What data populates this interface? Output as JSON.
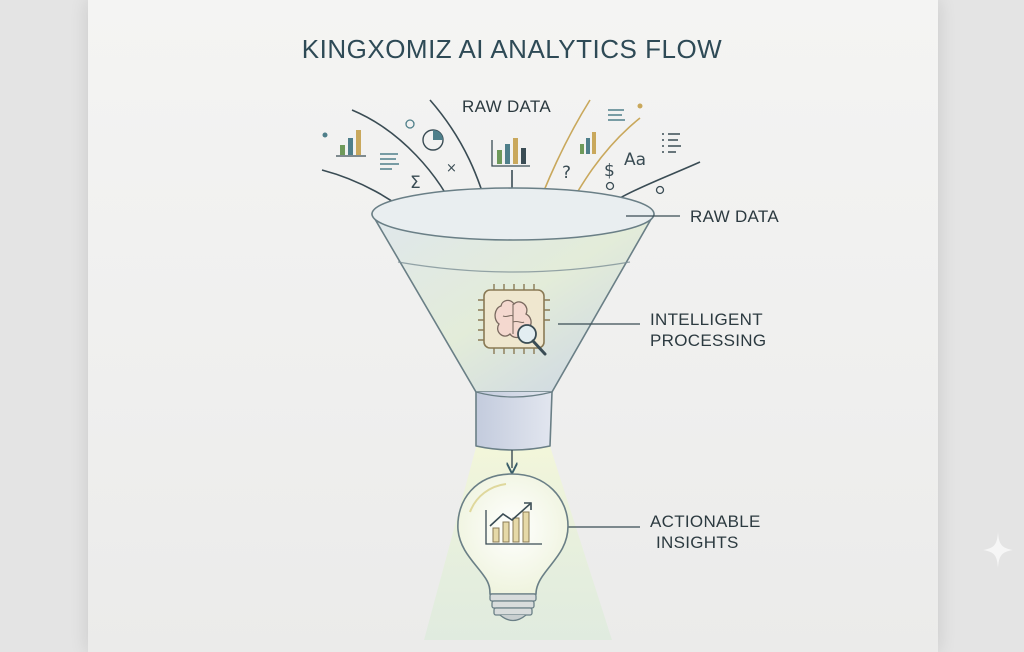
{
  "title": "KINGXOMIZ AI ANALYTICS FLOW",
  "labels": {
    "raw_data_top": "RAW DATA",
    "raw_data_side": "RAW DATA",
    "processing_line1": "INTELLIGENT",
    "processing_line2": "PROCESSING",
    "insights_line1": "ACTIONABLE",
    "insights_line2": "INSIGHTS"
  },
  "symbols": {
    "sigma": "Σ",
    "times": "×",
    "letter_a1": "A",
    "letter_a2": "A",
    "question": "?",
    "dollar": "$",
    "aa": "Aa"
  },
  "icons": [
    "bar-chart-icon",
    "pie-chart-icon",
    "text-lines-icon",
    "list-icon",
    "brain-chip-icon",
    "magnifier-icon",
    "lightbulb-icon",
    "growth-chart-icon"
  ],
  "colors": {
    "ink": "#2c3a40",
    "title": "#2e4a56",
    "teal": "#4f7f8a",
    "gold": "#c9a85c",
    "green": "#6f9a5a"
  }
}
